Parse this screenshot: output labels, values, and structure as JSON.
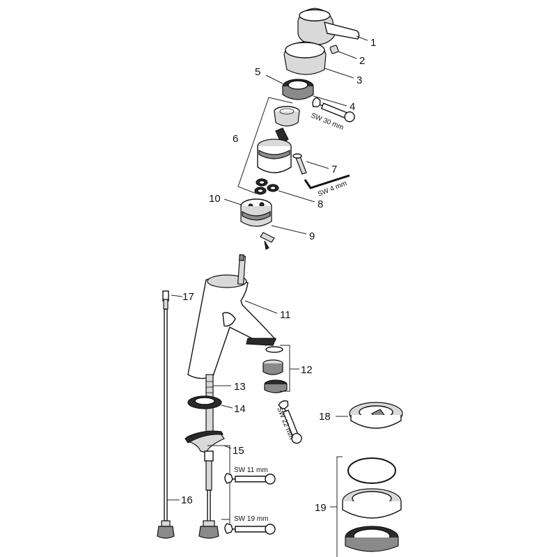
{
  "labels": {
    "p1": "1",
    "p2": "2",
    "p3": "3",
    "p4": "4",
    "p5": "5",
    "p6": "6",
    "p7": "7",
    "p8": "8",
    "p9": "9",
    "p10": "10",
    "p11": "11",
    "p12": "12",
    "p13": "13",
    "p14": "14",
    "p15": "15",
    "p16": "16",
    "p17": "17",
    "p18": "18",
    "p19": "19"
  },
  "wrenches": {
    "sw30": "SW 30 mm",
    "sw4": "SW 4 mm",
    "sw22": "SW 22 mm",
    "sw11": "SW 11 mm",
    "sw19": "SW 19 mm"
  }
}
